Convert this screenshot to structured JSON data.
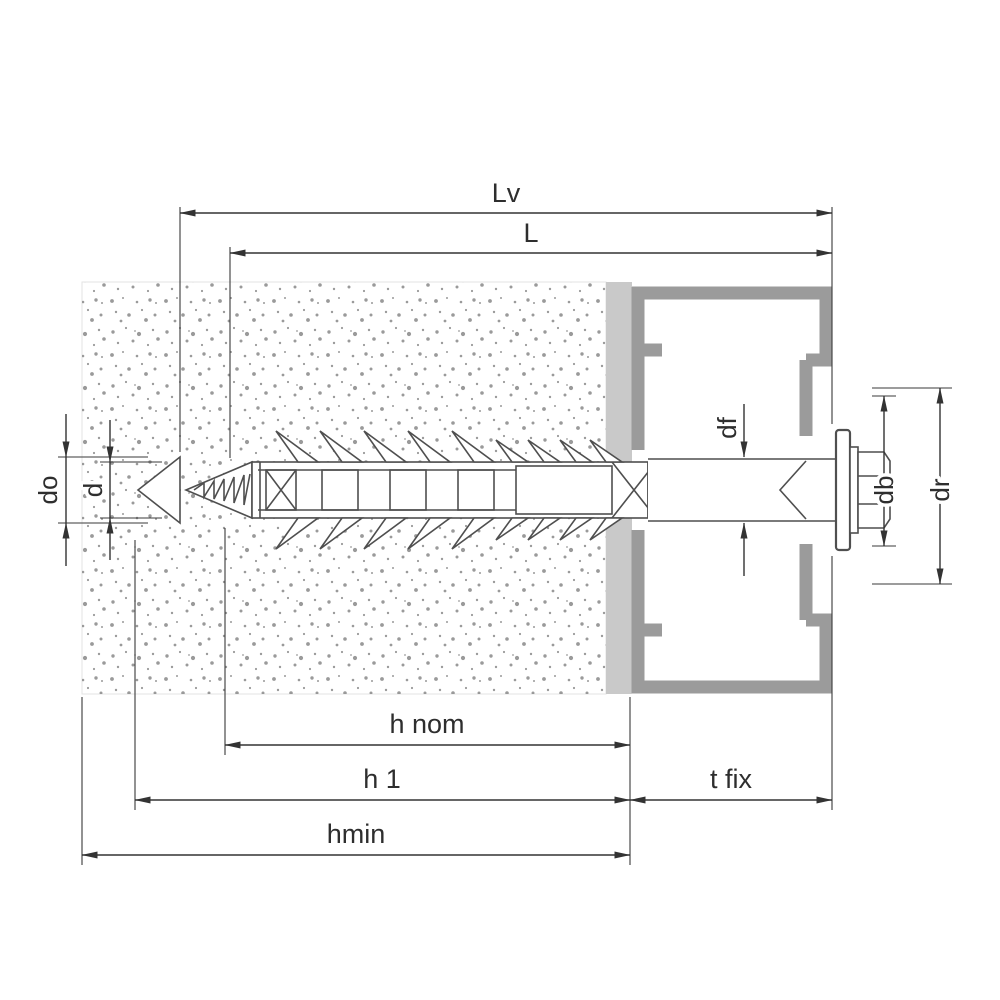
{
  "labels": {
    "lv": "Lv",
    "l": "L",
    "h_nom": "h nom",
    "h1": "h 1",
    "t_fix": "t fix",
    "hmin": "hmin",
    "do": "do",
    "d": "d",
    "df": "df",
    "db": "db",
    "dr": "dr"
  },
  "colors": {
    "background": "#ffffff",
    "dimension_lines": "#333333",
    "part_outlines": "#4f4f4f",
    "fixture_profile": "#9b9b9b",
    "plaster_layer": "#c9c9c9",
    "concrete_speckle": "#8f8f8f"
  }
}
